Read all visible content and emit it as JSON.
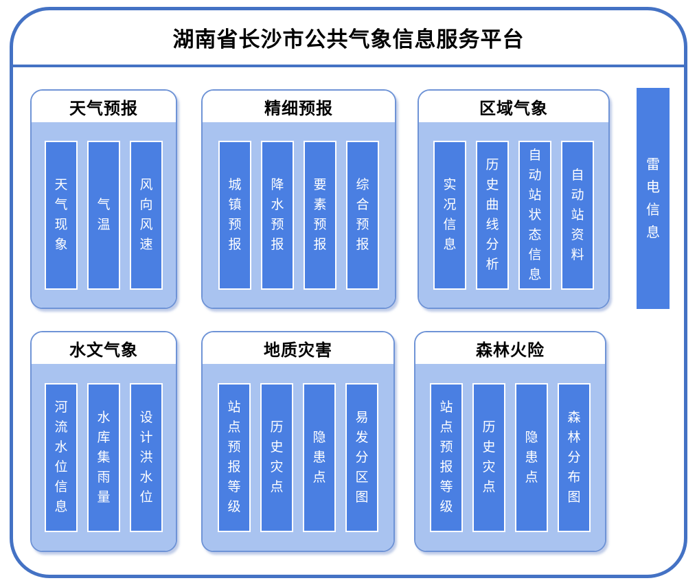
{
  "title": "湖南省长沙市公共气象信息服务平台",
  "colors": {
    "frame_border": "#4472C4",
    "panel_border": "#6E93D6",
    "panel_body_bg": "#A9C3F0",
    "bar_fill": "#4A7FE2",
    "bar_text": "#FFFFFF",
    "title_text": "#000000"
  },
  "panels": [
    {
      "title": "天气预报",
      "items": [
        "天气现象",
        "气温",
        "风向风速"
      ]
    },
    {
      "title": "精细预报",
      "items": [
        "城镇预报",
        "降水预报",
        "要素预报",
        "综合预报"
      ]
    },
    {
      "title": "区域气象",
      "items": [
        "实况信息",
        "历史曲线分析",
        "自动站状态信息",
        "自动站资料"
      ]
    },
    {
      "title": "水文气象",
      "items": [
        "河流水位信息",
        "水库集雨量",
        "设计洪水位"
      ]
    },
    {
      "title": "地质灾害",
      "items": [
        "站点预报等级",
        "历史灾点",
        "隐患点",
        "易发分区图"
      ]
    },
    {
      "title": "森林火险",
      "items": [
        "站点预报等级",
        "历史灾点",
        "隐患点",
        "森林分布图"
      ]
    }
  ],
  "side_bar": {
    "label": "雷电信息"
  }
}
